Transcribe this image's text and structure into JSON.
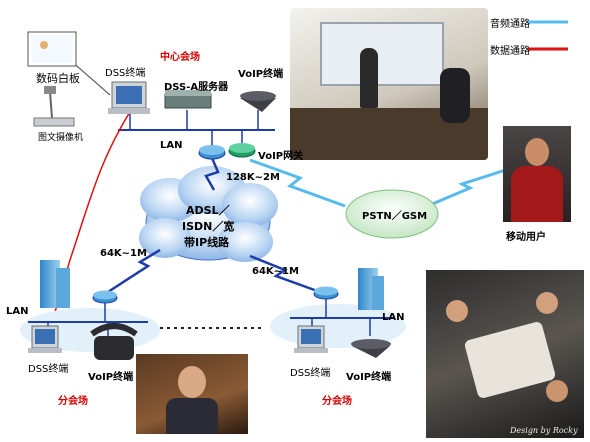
{
  "legend": {
    "audio": "音频通路",
    "data": "数据通路",
    "audio_color": "#55bbee",
    "data_color": "#dd1111"
  },
  "center": {
    "title": "中心会场",
    "dss_terminal": "DSS终端",
    "whiteboard": "数码白板",
    "doc_camera": "图文摄像机",
    "server": "DSS-A服务器",
    "voip_terminal": "VoIP终端",
    "lan": "LAN",
    "voip_gateway": "VoIP网关",
    "bandwidth": "128K~2M"
  },
  "cloud": {
    "line1": "ADSL／",
    "line2": "ISDN／宽",
    "line3": "带IP线路"
  },
  "pstn": "PSTN／GSM",
  "mobile_user": "移动用户",
  "branch_left": {
    "bandwidth": "64K~1M",
    "lan": "LAN",
    "dss_terminal": "DSS终端",
    "voip_terminal": "VoIP终端",
    "title": "分会场"
  },
  "branch_right": {
    "bandwidth": "64K~1M",
    "lan": "LAN",
    "dss_terminal": "DSS终端",
    "voip_terminal": "VoIP终端",
    "title": "分会场"
  },
  "signature": "Design by Rocky"
}
